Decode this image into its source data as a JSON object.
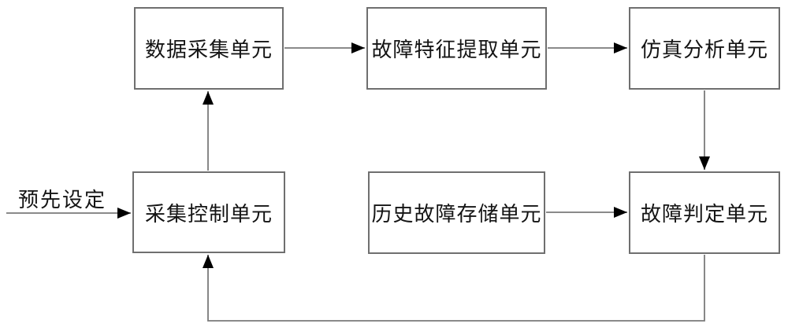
{
  "diagram": {
    "external_label": "预先设定",
    "boxes": [
      {
        "id": "data-collection-unit",
        "label": "数据采集单元"
      },
      {
        "id": "fault-feature-extraction-unit",
        "label": "故障特征提取单元"
      },
      {
        "id": "simulation-analysis-unit",
        "label": "仿真分析单元"
      },
      {
        "id": "collection-control-unit",
        "label": "采集控制单元"
      },
      {
        "id": "historical-fault-storage-unit",
        "label": "历史故障存储单元"
      },
      {
        "id": "fault-determination-unit",
        "label": "故障判定单元"
      }
    ],
    "edges": [
      {
        "from": "preset-input",
        "to": "collection-control-unit"
      },
      {
        "from": "collection-control-unit",
        "to": "data-collection-unit"
      },
      {
        "from": "data-collection-unit",
        "to": "fault-feature-extraction-unit"
      },
      {
        "from": "fault-feature-extraction-unit",
        "to": "simulation-analysis-unit"
      },
      {
        "from": "simulation-analysis-unit",
        "to": "fault-determination-unit"
      },
      {
        "from": "historical-fault-storage-unit",
        "to": "fault-determination-unit"
      },
      {
        "from": "fault-determination-unit",
        "to": "collection-control-unit"
      }
    ],
    "colors": {
      "line": "#7a7a7a",
      "box_border": "#6f6f6f",
      "arrowhead": "#000000",
      "text": "#141414",
      "background": "#ffffff"
    }
  }
}
